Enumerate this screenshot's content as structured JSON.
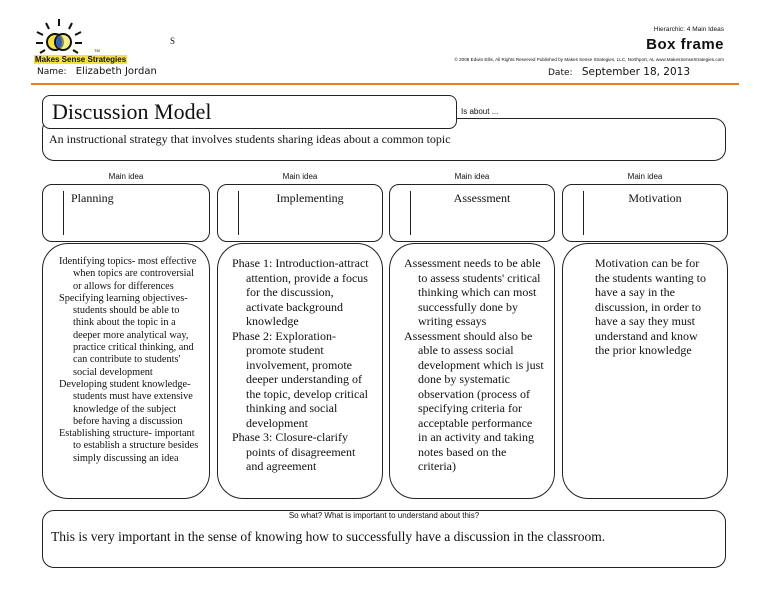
{
  "header": {
    "logo_text": "Makes Sense Strategies",
    "tm": "TM",
    "stray_mark": "S",
    "hierarchy": "Hierarchic: 4 Main Ideas",
    "frame_title": "Box frame",
    "copyright": "© 2008 Edwin Ellis, All Rights Reserved   Published by Makes Sense Strategies, LLC, Northport, AL   www.MakesSenseStrategies.com",
    "name_label": "Name:",
    "name_value": "Elizabeth Jordan",
    "date_label": "Date:",
    "date_value": "September 18, 2013",
    "rule_color": "#f07b1a"
  },
  "topic": {
    "title": "Discussion Model",
    "is_about_label": "Is about ...",
    "is_about_text": "An instructional strategy that involves students sharing ideas about a common topic"
  },
  "main_ideas": [
    {
      "label": "Main idea",
      "title": "Planning",
      "details": [
        "Identifying topics- most effective when topics are controversial or allows for differences",
        "Specifying learning objectives- students should be able to think about the topic in a deeper more analytical way, practice critical thinking, and can contribute to students' social development",
        "Developing student knowledge- students must have extensive knowledge of the subject before having a discussion",
        "Establishing structure- important to establish a structure besides simply discussing an idea"
      ]
    },
    {
      "label": "Main idea",
      "title": "Implementing",
      "details": [
        "Phase 1: Introduction-attract attention, provide a focus for the discussion, activate background knowledge",
        "Phase 2: Exploration- promote student involvement, promote deeper understanding of the topic, develop critical thinking and social development",
        "Phase 3: Closure-clarify points of disagreement and agreement"
      ]
    },
    {
      "label": "Main idea",
      "title": "Assessment",
      "details": [
        "Assessment needs to be able to assess students' critical thinking which can most successfully done by writing essays",
        "Assessment should also be able to assess social development which is just done by systematic observation (process of specifying criteria for acceptable performance in an activity and taking notes based on the criteria)"
      ]
    },
    {
      "label": "Main idea",
      "title": "Motivation",
      "details": [
        "Motivation can be for the students wanting to have a say in the discussion, in order to have a say they must understand and know the prior knowledge"
      ]
    }
  ],
  "so_what": {
    "label": "So what? What is important to understand about this?",
    "text": "This is very important in the sense of knowing how to successfully have a discussion in the classroom."
  }
}
